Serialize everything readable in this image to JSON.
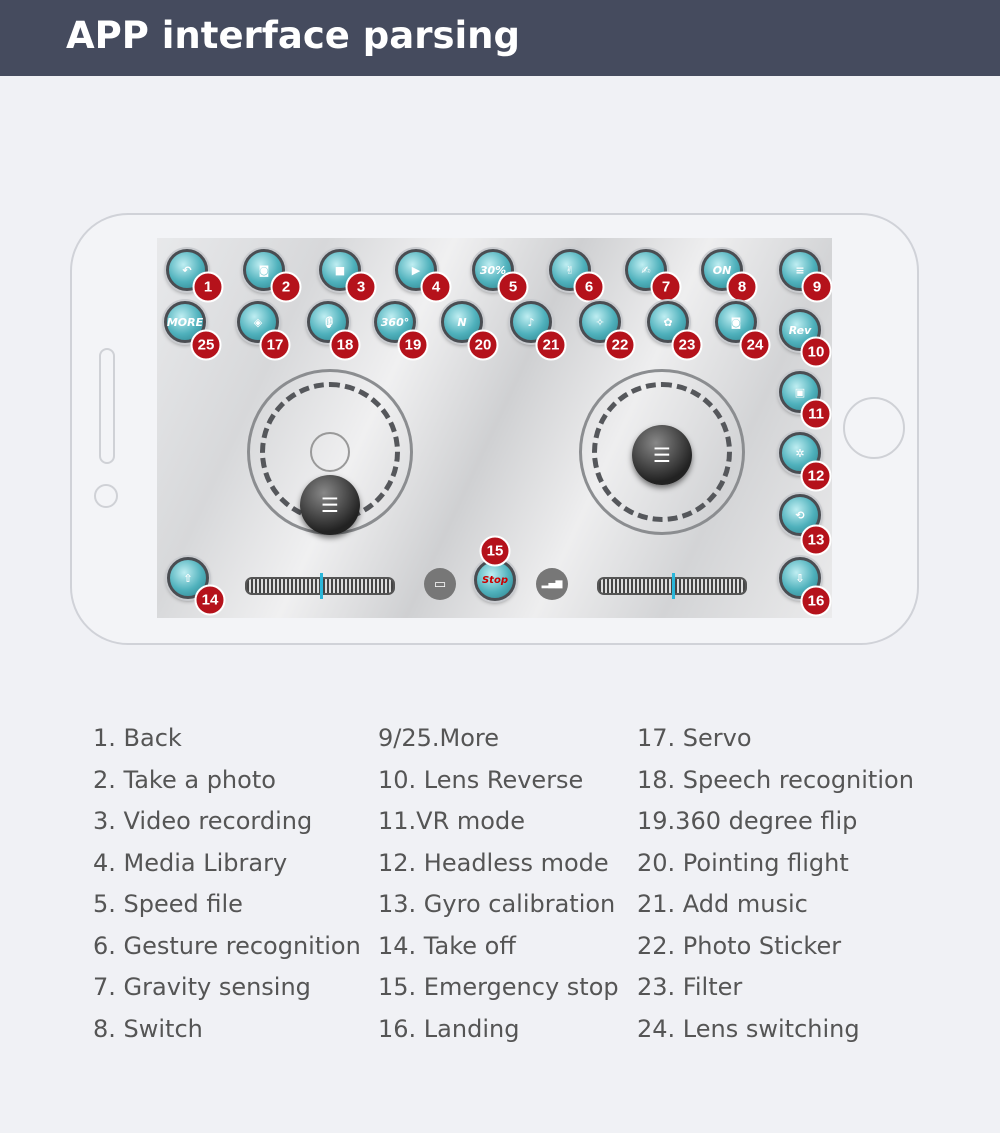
{
  "header": {
    "title": "APP interface parsing"
  },
  "screen": {
    "buttons": [
      {
        "n": "1",
        "icon": "back-arrow-icon",
        "glyph": "↶"
      },
      {
        "n": "2",
        "icon": "camera-icon",
        "glyph": "◙"
      },
      {
        "n": "3",
        "icon": "video-icon",
        "glyph": "■"
      },
      {
        "n": "4",
        "icon": "media-library-icon",
        "glyph": "▶"
      },
      {
        "n": "5",
        "icon": "speed-icon",
        "glyph": "30%"
      },
      {
        "n": "6",
        "icon": "gesture-icon",
        "glyph": "✌"
      },
      {
        "n": "7",
        "icon": "gravity-icon",
        "glyph": "✍"
      },
      {
        "n": "8",
        "icon": "switch-icon",
        "glyph": "ON"
      },
      {
        "n": "9",
        "icon": "menu-icon",
        "glyph": "≡"
      },
      {
        "n": "25",
        "icon": "more-icon",
        "glyph": "MORE"
      },
      {
        "n": "17",
        "icon": "servo-icon",
        "glyph": "◈"
      },
      {
        "n": "18",
        "icon": "microphone-icon",
        "glyph": "🎙"
      },
      {
        "n": "19",
        "icon": "flip-360-icon",
        "glyph": "360°"
      },
      {
        "n": "20",
        "icon": "pointing-flight-icon",
        "glyph": "N"
      },
      {
        "n": "21",
        "icon": "music-icon",
        "glyph": "♪"
      },
      {
        "n": "22",
        "icon": "magic-wand-icon",
        "glyph": "✧"
      },
      {
        "n": "23",
        "icon": "filter-icon",
        "glyph": "✿"
      },
      {
        "n": "24",
        "icon": "lens-switch-icon",
        "glyph": "◙"
      },
      {
        "n": "10",
        "icon": "lens-reverse-icon",
        "glyph": "Rev"
      },
      {
        "n": "11",
        "icon": "vr-icon",
        "glyph": "▣"
      },
      {
        "n": "12",
        "icon": "headless-icon",
        "glyph": "✲"
      },
      {
        "n": "13",
        "icon": "gyro-icon",
        "glyph": "⟲"
      },
      {
        "n": "16",
        "icon": "landing-icon",
        "glyph": "⇩"
      },
      {
        "n": "14",
        "icon": "takeoff-icon",
        "glyph": "⇧"
      },
      {
        "n": "15",
        "icon": "stop-icon",
        "glyph": "Stop"
      }
    ],
    "knob_glyph": "☰",
    "battery_glyph": "▭",
    "signal_glyph": "▂▄▆"
  },
  "legend": [
    [
      "1. Back",
      "2. Take a photo",
      "3. Video recording",
      "4. Media Library",
      "5. Speed file",
      "6. Gesture recognition",
      "7. Gravity sensing",
      "8. Switch"
    ],
    [
      "9/25.More",
      "10. Lens Reverse",
      "11.VR mode",
      "12. Headless mode",
      "13. Gyro calibration",
      "14. Take off",
      "15. Emergency stop",
      "16. Landing"
    ],
    [
      "17. Servo",
      "18. Speech recognition",
      "19.360 degree flip",
      "20. Pointing flight",
      "21. Add music",
      "22. Photo Sticker",
      "23. Filter",
      "24. Lens switching"
    ]
  ]
}
